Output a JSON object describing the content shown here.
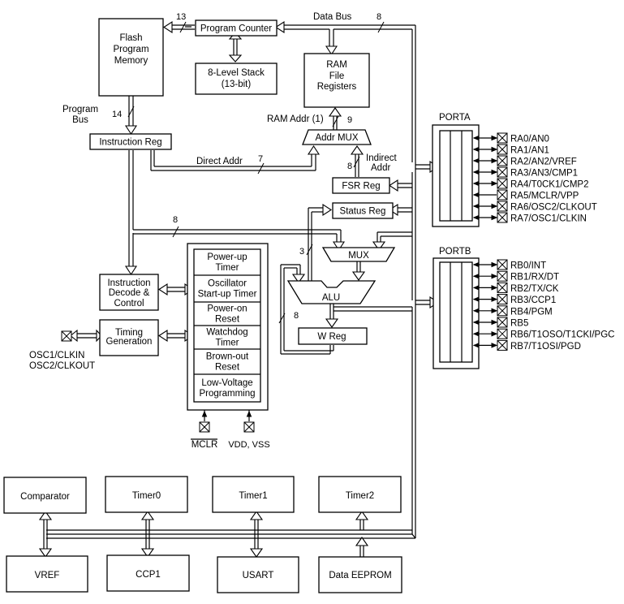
{
  "blocks": {
    "flash": [
      "Flash",
      "Program",
      "Memory"
    ],
    "program_counter": "Program Counter",
    "stack": [
      "8-Level Stack",
      "(13-bit)"
    ],
    "ram": [
      "RAM",
      "File",
      "Registers"
    ],
    "instruction_reg": "Instruction Reg",
    "addr_mux": "Addr MUX",
    "fsr_reg": "FSR Reg",
    "status_reg": "Status Reg",
    "mux": "MUX",
    "alu": "ALU",
    "w_reg": "W Reg",
    "instruction_decode": [
      "Instruction",
      "Decode &",
      "Control"
    ],
    "timing_generation": [
      "Timing",
      "Generation"
    ],
    "timers_group": [
      [
        "Power-up",
        "Timer"
      ],
      [
        "Oscillator",
        "Start-up Timer"
      ],
      [
        "Power-on",
        "Reset"
      ],
      [
        "Watchdog",
        "Timer"
      ],
      [
        "Brown-out",
        "Reset"
      ],
      [
        "Low-Voltage",
        "Programming"
      ]
    ],
    "peripherals_top": [
      "Comparator",
      "Timer0",
      "Timer1",
      "Timer2"
    ],
    "peripherals_bottom": [
      "VREF",
      "CCP1",
      "USART",
      "Data EEPROM"
    ]
  },
  "labels": {
    "data_bus": "Data Bus",
    "program_bus": [
      "Program",
      "Bus"
    ],
    "ram_addr": "RAM Addr (1)",
    "direct_addr": "Direct Addr",
    "indirect_addr": [
      "Indirect",
      "Addr"
    ],
    "osc_pins": [
      "OSC1/CLKIN",
      "OSC2/CLKOUT"
    ],
    "mclr": "MCLR",
    "vdd_vss": "VDD, VSS"
  },
  "bus_widths": {
    "pc_to_flash": "13",
    "data_bus": "8",
    "program_bus": "14",
    "ram_addr": "9",
    "direct_addr": "7",
    "indirect_addr": "8",
    "ir_to_mux": "8",
    "alu_status": "3",
    "w_feedback": "8"
  },
  "porta": {
    "title": "PORTA",
    "pins": [
      "RA0/AN0",
      "RA1/AN1",
      "RA2/AN2/VREF",
      "RA3/AN3/CMP1",
      "RA4/T0CK1/CMP2",
      "RA5/MCLR/VPP",
      "RA6/OSC2/CLKOUT",
      "RA7/OSC1/CLKIN"
    ]
  },
  "portb": {
    "title": "PORTB",
    "pins": [
      "RB0/INT",
      "RB1/RX/DT",
      "RB2/TX/CK",
      "RB3/CCP1",
      "RB4/PGM",
      "RB5",
      "RB6/T1OSO/T1CKI/PGC",
      "RB7/T1OSI/PGD"
    ]
  }
}
